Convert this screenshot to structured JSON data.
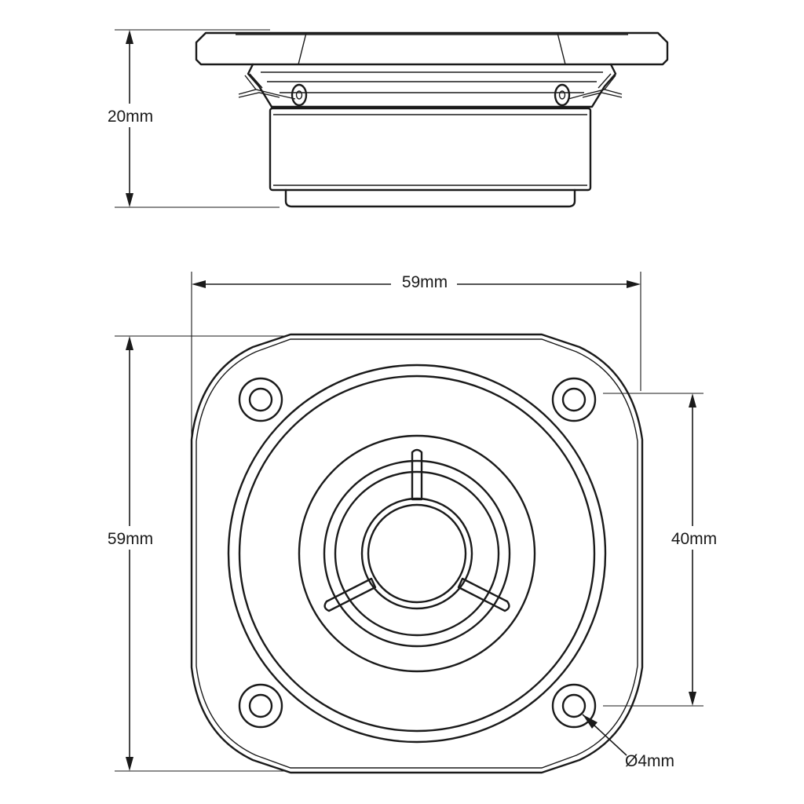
{
  "dimensions": {
    "side_height": "20mm",
    "top_width": "59mm",
    "front_height": "59mm",
    "hole_spacing": "40mm",
    "hole_diameter": "Ø4mm"
  }
}
